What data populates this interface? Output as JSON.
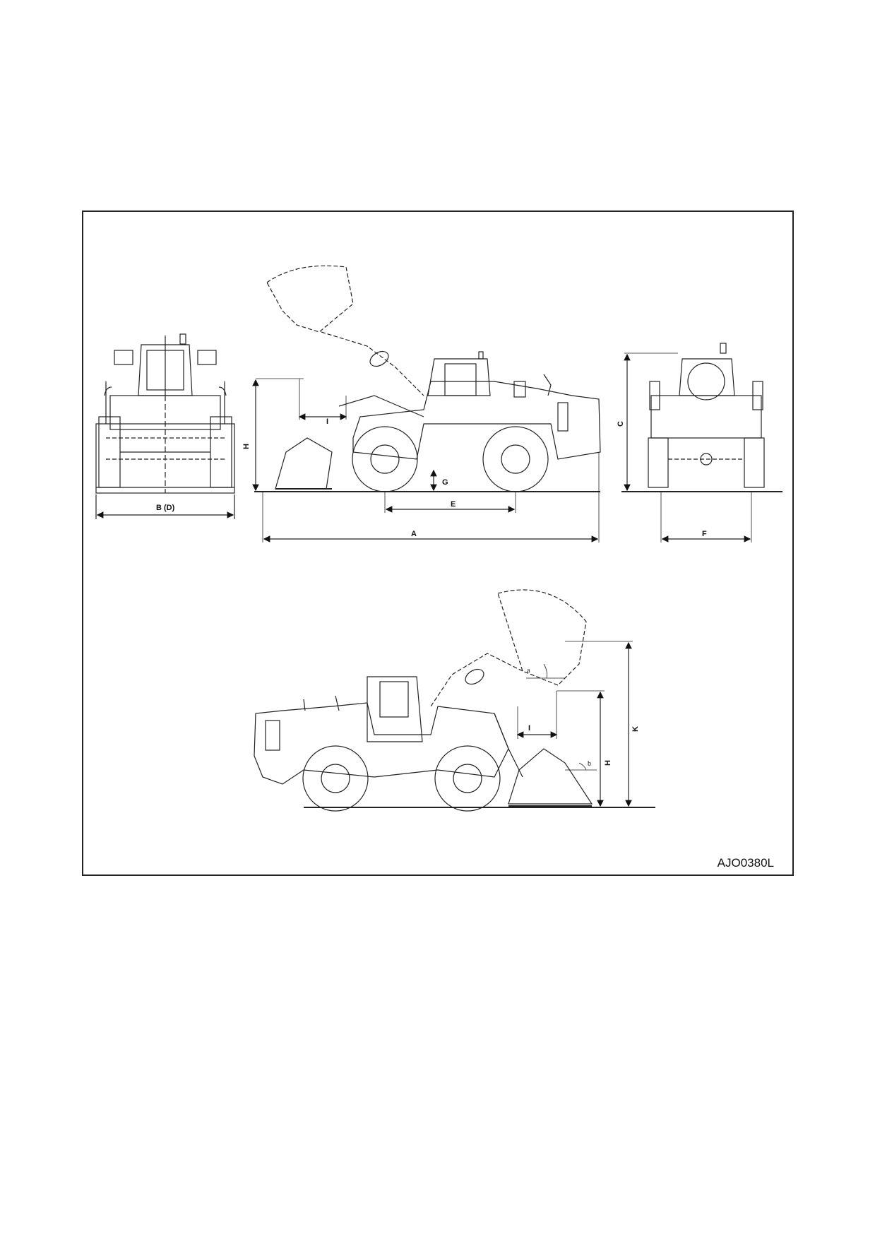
{
  "figure": {
    "code": "AJO0380L",
    "front_view": {
      "width_label": "B (D)"
    },
    "side_view": {
      "labels": {
        "A": "A",
        "E": "E",
        "G": "G",
        "H": "H",
        "I": "I"
      }
    },
    "rear_view": {
      "labels": {
        "C": "C",
        "F": "F"
      }
    },
    "lift_view": {
      "labels": {
        "H": "H",
        "K": "K",
        "I": "I",
        "a": "a",
        "b": "b"
      }
    }
  }
}
